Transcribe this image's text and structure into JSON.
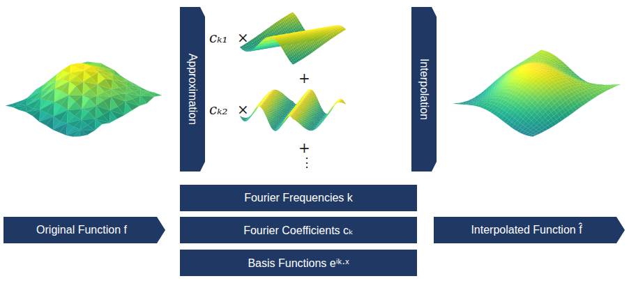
{
  "diagram": {
    "nodes": [
      {
        "text": [
          "Approximation"
        ]
      },
      {
        "text": [
          "Interpolation"
        ]
      },
      {
        "text": [
          "Fourier Frequencies k"
        ]
      },
      {
        "text": [
          "Original Function f"
        ]
      },
      {
        "text": [
          "Fourier Coefficients cₖ"
        ]
      },
      {
        "text": [
          "Interpolated Function f̂"
        ]
      },
      {
        "text": [
          "Basis Functions eⁱᵏ·ˣ"
        ]
      }
    ],
    "labels": [
      "cₖ₁",
      "×",
      "+",
      "cₖ₂",
      "×",
      "+",
      "⋮"
    ]
  }
}
